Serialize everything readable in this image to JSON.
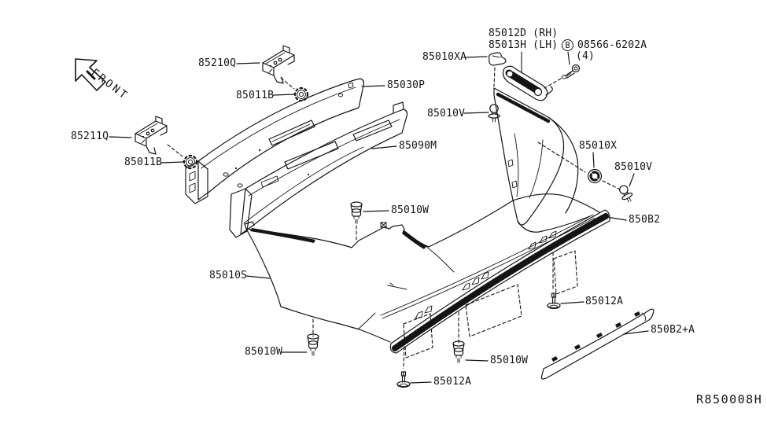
{
  "diagram": {
    "description": "Rear bumper exploded parts diagram",
    "ref_code": "R850008H",
    "front_label": "FRONT",
    "bolt_note": {
      "circle_letter": "B",
      "part_number": "08566-6202A",
      "quantity": "(4)"
    },
    "labels": {
      "p85210Q": "85210Q",
      "p85011B_top": "85011B",
      "p85030P": "85030P",
      "p85211Q": "85211Q",
      "p85011B_left": "85011B",
      "p85090M": "85090M",
      "p85010XA": "85010XA",
      "p85012D": "85012D (RH)",
      "p85013H": "85013H (LH)",
      "p85010V_a": "85010V",
      "p85010X": "85010X",
      "p85010V_b": "85010V",
      "p85010W_a": "85010W",
      "p850B2": "850B2",
      "p85010S": "85010S",
      "p85012A_a": "85012A",
      "p850B2A": "850B2+A",
      "p85010W_b": "85010W",
      "p85010W_c": "85010W",
      "p85012A_b": "85012A"
    }
  }
}
